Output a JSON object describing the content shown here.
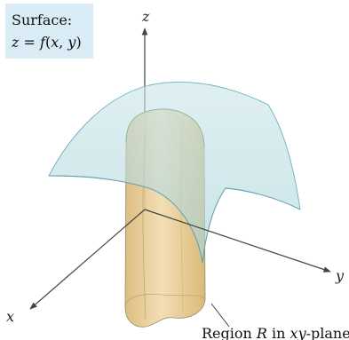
{
  "surface_label": {
    "line1": "Surface:",
    "line2_prefix": "z = ",
    "line2_func": "f",
    "line2_suffix": "(x, y)"
  },
  "axes": {
    "x_label": "x",
    "y_label": "y",
    "z_label": "z"
  },
  "region_label": {
    "prefix": "Region ",
    "var": "R",
    "middle": " in ",
    "plane_var": "xy",
    "suffix": "-plane"
  },
  "colors": {
    "surface_fill": "#b9dde2",
    "surface_edge": "#6fb2bd",
    "solid_fill": "#e6c88c",
    "solid_edge": "#9a8a66",
    "label_box": "#d9ecf5",
    "axis": "#444444"
  }
}
